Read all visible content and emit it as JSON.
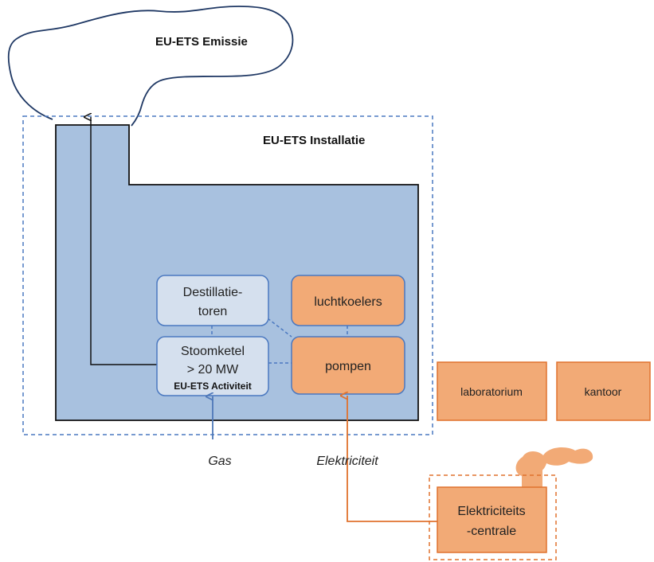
{
  "labels": {
    "emission": "EU-ETS Emissie",
    "installation": "EU-ETS Installatie",
    "distillation_line1": "Destillatie-",
    "distillation_line2": "toren",
    "boiler_line1": "Stoomketel",
    "boiler_line2": "> 20 MW",
    "boiler_activity": "EU-ETS Activiteit",
    "aircoolers": "luchtkoelers",
    "pumps": "pompen",
    "laboratory": "laboratorium",
    "office": "kantoor",
    "gas": "Gas",
    "electricity": "Elektriciteit",
    "power_plant_line1": "Elektriciteits",
    "power_plant_line2": "-centrale"
  },
  "colors": {
    "installation_fill": "#a8c1df",
    "light_box_fill": "#d5e0ee",
    "blue_dash": "#4a78c0",
    "orange_fill": "#f2aa76",
    "orange_stroke": "#e0722e",
    "cloud_stroke": "#1f3864",
    "arrow_blue": "#4f78b8",
    "arrow_orange": "#e0722e"
  }
}
